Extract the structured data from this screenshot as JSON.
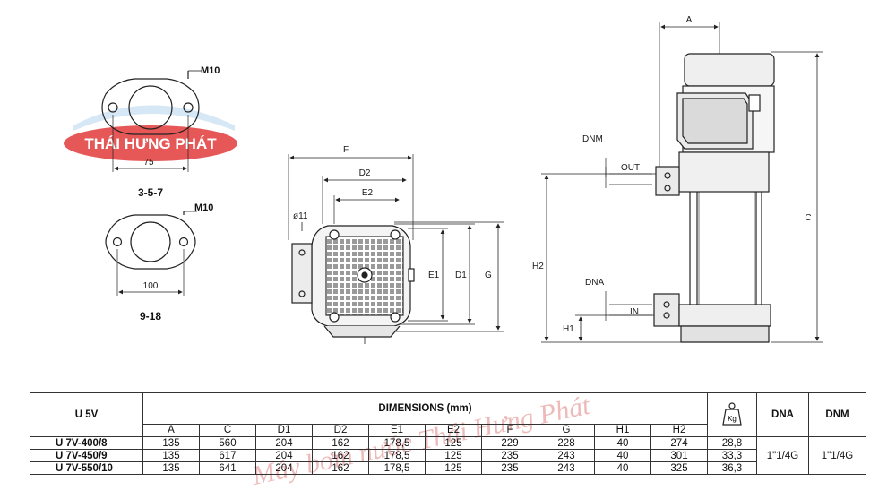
{
  "flange_small": {
    "thread": "M10",
    "dim": "75",
    "caption": "3-5-7"
  },
  "flange_large": {
    "thread": "M10",
    "dim": "100",
    "caption": "9-18"
  },
  "logo": {
    "text": "THÁI HƯNG PHÁT",
    "color": "#e23a3a"
  },
  "front_view": {
    "labels": {
      "f": "F",
      "d2": "D2",
      "e2": "E2",
      "hole": "ø11",
      "e1": "E1",
      "d1": "D1",
      "g": "G"
    }
  },
  "side_view": {
    "labels": {
      "a": "A",
      "c": "C",
      "dnm": "DNM",
      "out": "OUT",
      "h2": "H2",
      "dna": "DNA",
      "in": "IN",
      "h1": "H1"
    }
  },
  "watermark": "Máy bơm nước Thái Hưng Phát",
  "table": {
    "series": "U 5V",
    "dimensions_title": "DIMENSIONS (mm)",
    "weight_icon": "weight-kg-icon",
    "weight_icon_text": "Kg",
    "dna_header": "DNA",
    "dnm_header": "DNM",
    "columns": [
      "A",
      "C",
      "D1",
      "D2",
      "E1",
      "E2",
      "F",
      "G",
      "H1",
      "H2"
    ],
    "rows": [
      {
        "model": "U 7V-400/8",
        "values": [
          "135",
          "560",
          "204",
          "162",
          "178,5",
          "125",
          "229",
          "228",
          "40",
          "274"
        ],
        "weight": "28,8"
      },
      {
        "model": "U 7V-450/9",
        "values": [
          "135",
          "617",
          "204",
          "162",
          "178,5",
          "125",
          "235",
          "243",
          "40",
          "301"
        ],
        "weight": "33,3"
      },
      {
        "model": "U 7V-550/10",
        "values": [
          "135",
          "641",
          "204",
          "162",
          "178,5",
          "125",
          "235",
          "243",
          "40",
          "325"
        ],
        "weight": "36,3"
      }
    ],
    "dna_value": "1\"1/4G",
    "dnm_value": "1\"1/4G"
  }
}
